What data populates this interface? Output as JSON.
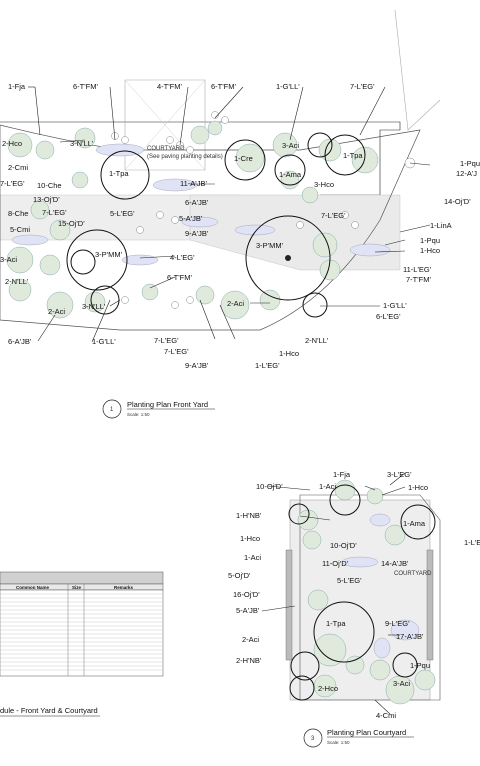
{
  "front_yard": {
    "title": "Planting Plan Front Yard",
    "scale": "Scale: 1:50",
    "number": "1",
    "courtyard_note": "COURTYARD",
    "paving_note": "(See paving planting details)",
    "labels": [
      "1-Fja",
      "6-T'FM'",
      "4-T'FM'",
      "6-T'FM'",
      "1-G'LL'",
      "7-L'EG'",
      "2-Hco",
      "3-N'LL'",
      "2-Cmi",
      "1-Cre",
      "3-Aci",
      "1-Tpa",
      "1-Pqu",
      "12-A'J",
      "1-Tpa",
      "1-Ama",
      "3-Hco",
      "7-L'EG'",
      "10-Che",
      "11-A'JB'",
      "14-Oj'D'",
      "13-Oj'D'",
      "8-Che",
      "7-L'EG'",
      "5-L'EG'",
      "6-A'JB'",
      "5-A'JB'",
      "15-Oj'D'",
      "7-L'EG'",
      "1-LinA",
      "5-Cmi",
      "9-A'JB'",
      "3-P'MM'",
      "3-P'MM'",
      "1-Pqu",
      "3-Aci",
      "4-L'EG'",
      "1-Hco",
      "11-L'EG'",
      "7-T'FM'",
      "2-N'LL'",
      "6-T'FM'",
      "2-Aci",
      "3-N'LL'",
      "1-G'LL'",
      "6-L'EG'",
      "2-Aci",
      "6-A'JB'",
      "1-G'LL'",
      "7-L'EG'",
      "2-N'LL'",
      "7-L'EG'",
      "1-Hco",
      "9-A'JB'",
      "1-L'EG'"
    ]
  },
  "courtyard": {
    "title": "Planting Plan Courtyard",
    "scale": "Scale: 1:50",
    "number": "3",
    "courtyard_note": "COURTYARD",
    "labels": [
      "1-Fja",
      "3-L'EG'",
      "10-Oj'D'",
      "1-Aci",
      "1-Hco",
      "1-H'NB'",
      "1-Ama",
      "1-Hco",
      "10-Oj'D'",
      "1-L'E",
      "1-Aci",
      "11-Oj'D'",
      "14-A'JB'",
      "5-Oj'D'",
      "5-L'EG'",
      "16-Oj'D'",
      "5-A'JB'",
      "1-Tpa",
      "9-L'EG'",
      "17-A'JB'",
      "2-Aci",
      "2-H'NB'",
      "1-Pqu",
      "2-Hco",
      "3-Aci",
      "4-Cmi"
    ]
  },
  "schedule": {
    "title": "dule - Front Yard & Courtyard",
    "columns": [
      "Common Name",
      "Size",
      "Remarks"
    ]
  }
}
